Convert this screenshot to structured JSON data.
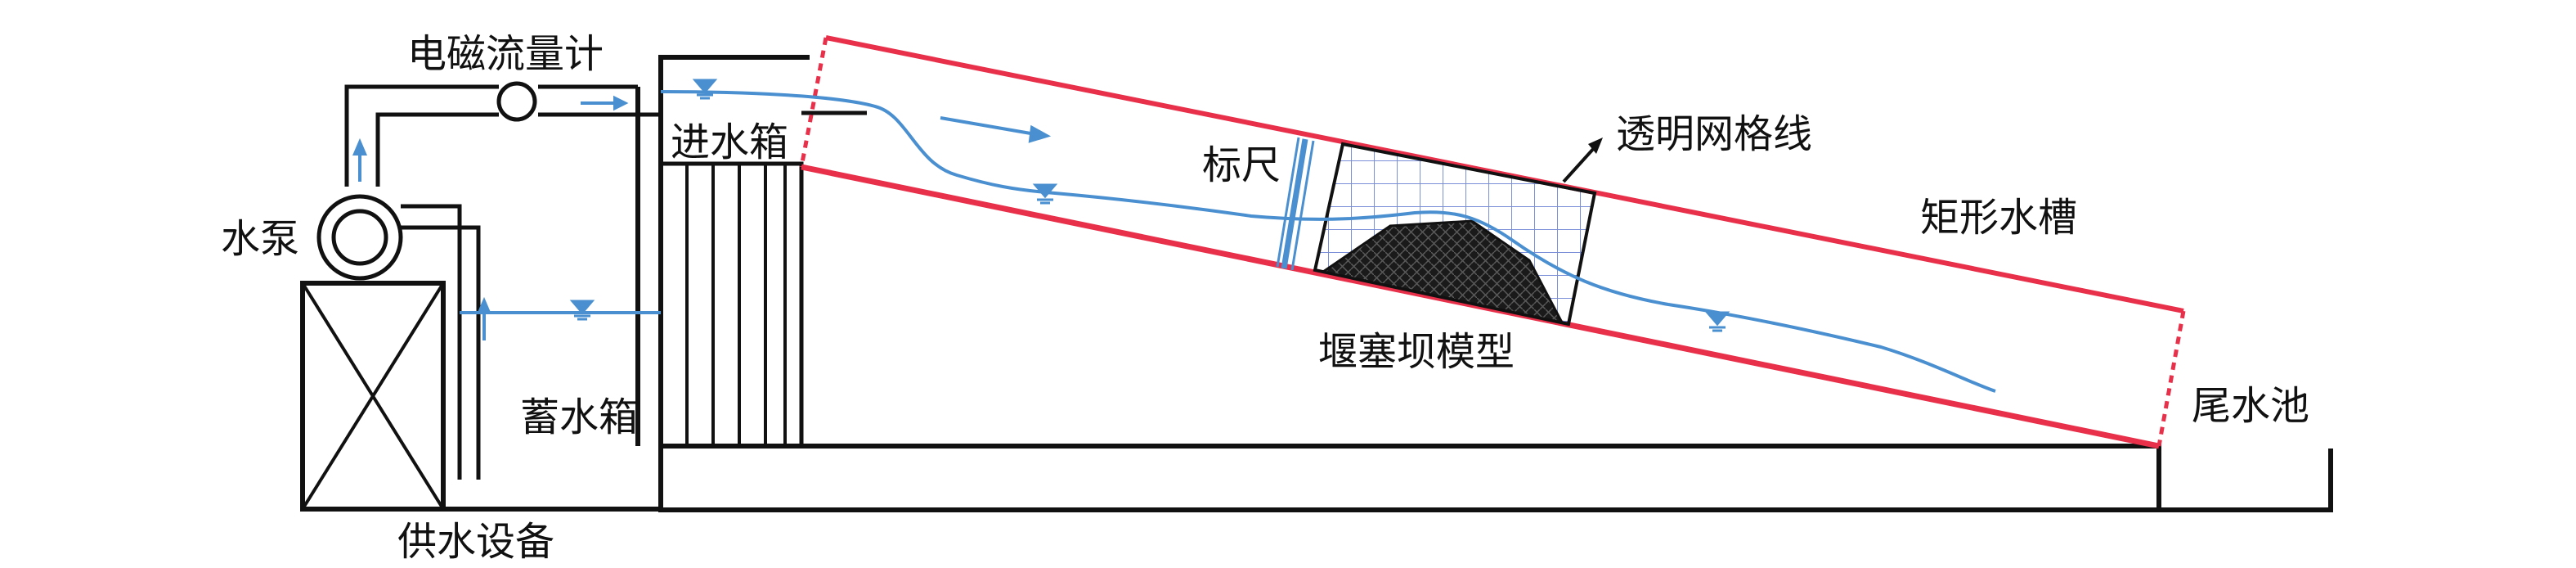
{
  "labels": {
    "flowmeter": "电磁流量计",
    "inlet_tank": "进水箱",
    "scale": "标尺",
    "grid": "透明网格线",
    "flume": "矩形水槽",
    "pump": "水泵",
    "reservoir": "蓄水箱",
    "dam_model": "堰塞坝模型",
    "tailwater": "尾水池",
    "supply": "供水设备"
  },
  "colors": {
    "flume": "#e8304a",
    "water": "#4a8fd0",
    "structure": "#111111",
    "grid": "#7a8fd8",
    "dam": "#1a1a1a"
  },
  "icons": [
    "water-level-icon",
    "flow-arrow-icon",
    "pump-icon",
    "cross-box-icon"
  ]
}
